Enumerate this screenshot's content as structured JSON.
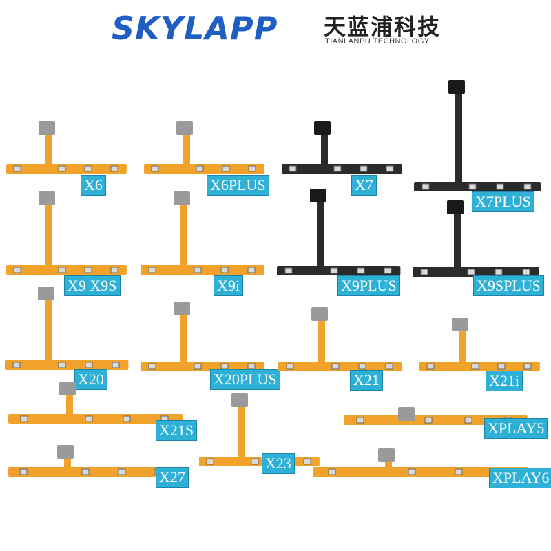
{
  "brand": {
    "name": "SKYLAPP",
    "chinese_name": "天蓝浦科技",
    "english_subtitle": "TIANLANPU TECHNOLOGY",
    "logo_color": "#1f5fc4"
  },
  "colors": {
    "flex_orange": "#f0a22a",
    "flex_dark": "#2b2b2b",
    "label_bg": "#2fb0d6",
    "label_text": "#ffffff"
  },
  "products": [
    {
      "label": "X6",
      "color": "orange"
    },
    {
      "label": "X6PLUS",
      "color": "orange"
    },
    {
      "label": "X7",
      "color": "dark"
    },
    {
      "label": "X7PLUS",
      "color": "dark"
    },
    {
      "label": "X9 X9S",
      "color": "orange"
    },
    {
      "label": "X9i",
      "color": "orange"
    },
    {
      "label": "X9PLUS",
      "color": "dark"
    },
    {
      "label": "X9SPLUS",
      "color": "dark"
    },
    {
      "label": "X20",
      "color": "orange"
    },
    {
      "label": "X20PLUS",
      "color": "orange"
    },
    {
      "label": "X21",
      "color": "orange"
    },
    {
      "label": "X21i",
      "color": "orange"
    },
    {
      "label": "X21S",
      "color": "orange"
    },
    {
      "label": "X23",
      "color": "orange"
    },
    {
      "label": "XPLAY5",
      "color": "orange"
    },
    {
      "label": "X27",
      "color": "orange"
    },
    {
      "label": "XPLAY6",
      "color": "orange"
    }
  ]
}
